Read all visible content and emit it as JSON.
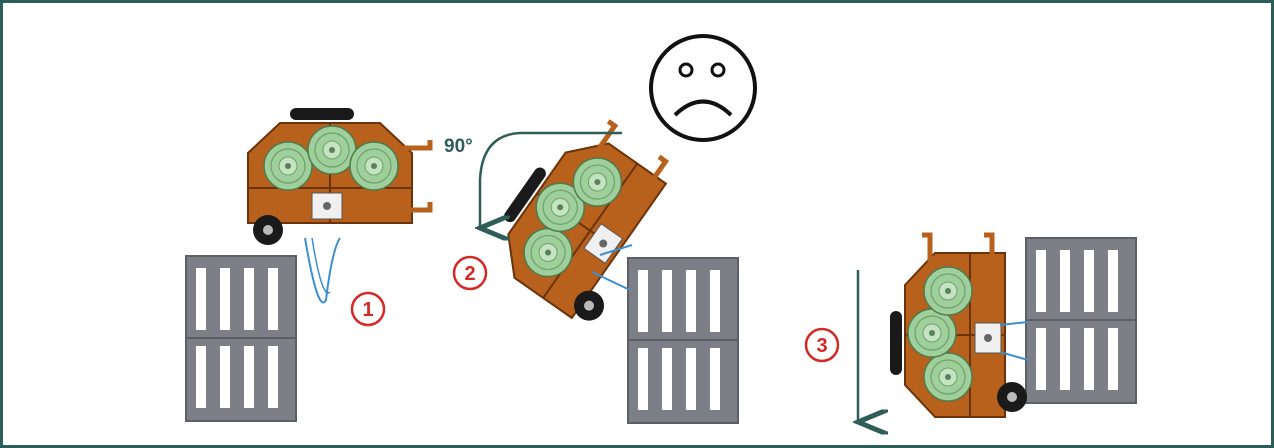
{
  "figure": {
    "angle_label": "90°",
    "steps": [
      "1",
      "2",
      "3"
    ],
    "face": "sad-face",
    "colors": {
      "frame_border": "#2b5e57",
      "cart_body": "#b8611c",
      "cart_outline": "#6b3309",
      "cylinder": "#9fcf9a",
      "pallet": "#7d7f87",
      "arrow": "#2f5d58",
      "step_marker": "#d22a24",
      "strap": "#3b8fd1",
      "wheel": "#1a1a1a"
    }
  }
}
